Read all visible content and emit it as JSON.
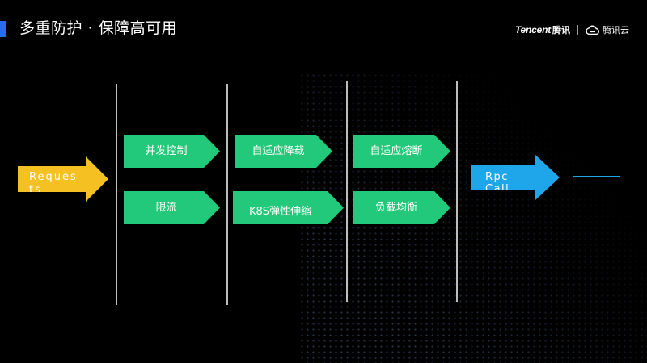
{
  "slide": {
    "title": "多重防护 · 保障高可用"
  },
  "brand": {
    "tencent": "Tencent",
    "tencent_cn": "腾讯",
    "cloud": "腾讯云"
  },
  "flow": {
    "input_label": "Requests",
    "output_label": "Rpc Call",
    "columns": [
      {
        "items": [
          "并发控制",
          "限流"
        ]
      },
      {
        "items": [
          "自适应降载",
          "K8S弹性伸缩"
        ]
      },
      {
        "items": [
          "自适应熔断",
          "负载均衡"
        ]
      }
    ]
  },
  "colors": {
    "accent_blue": "#2a6cf0",
    "green": "#23c97a",
    "yellow": "#f5c022",
    "cyan": "#1fa6ea"
  }
}
